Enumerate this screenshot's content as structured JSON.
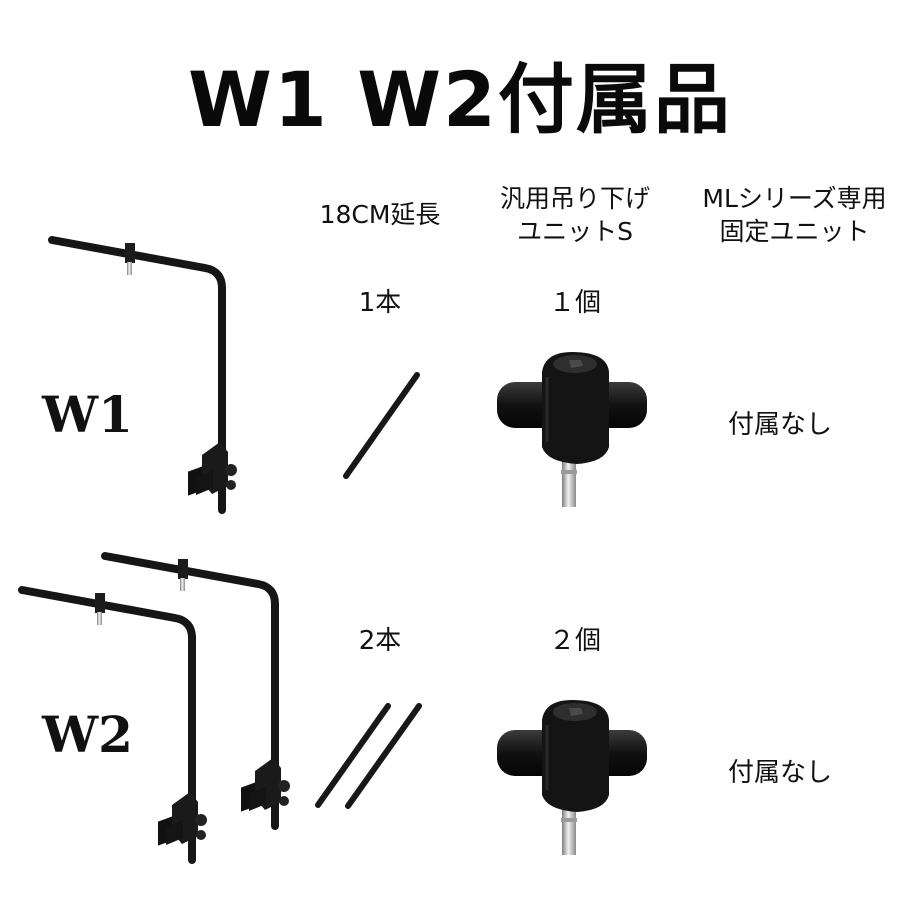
{
  "title": "W1 W2付属品",
  "columns": {
    "extension": "18CM延長",
    "hanging_unit_line1": "汎用吊り下げ",
    "hanging_unit_line2": "ユニットS",
    "ml_unit_line1": "MLシリーズ専用",
    "ml_unit_line2": "固定ユニット"
  },
  "rows": [
    {
      "label": "W1",
      "extension_qty": "1本",
      "hanging_qty": "１個",
      "ml_unit": "付属なし"
    },
    {
      "label": "W2",
      "extension_qty": "2本",
      "hanging_qty": "２個",
      "ml_unit": "付属なし"
    }
  ],
  "colors": {
    "rod": "#1a1a1a",
    "metal": "#b9b9b9",
    "text": "#111111"
  }
}
